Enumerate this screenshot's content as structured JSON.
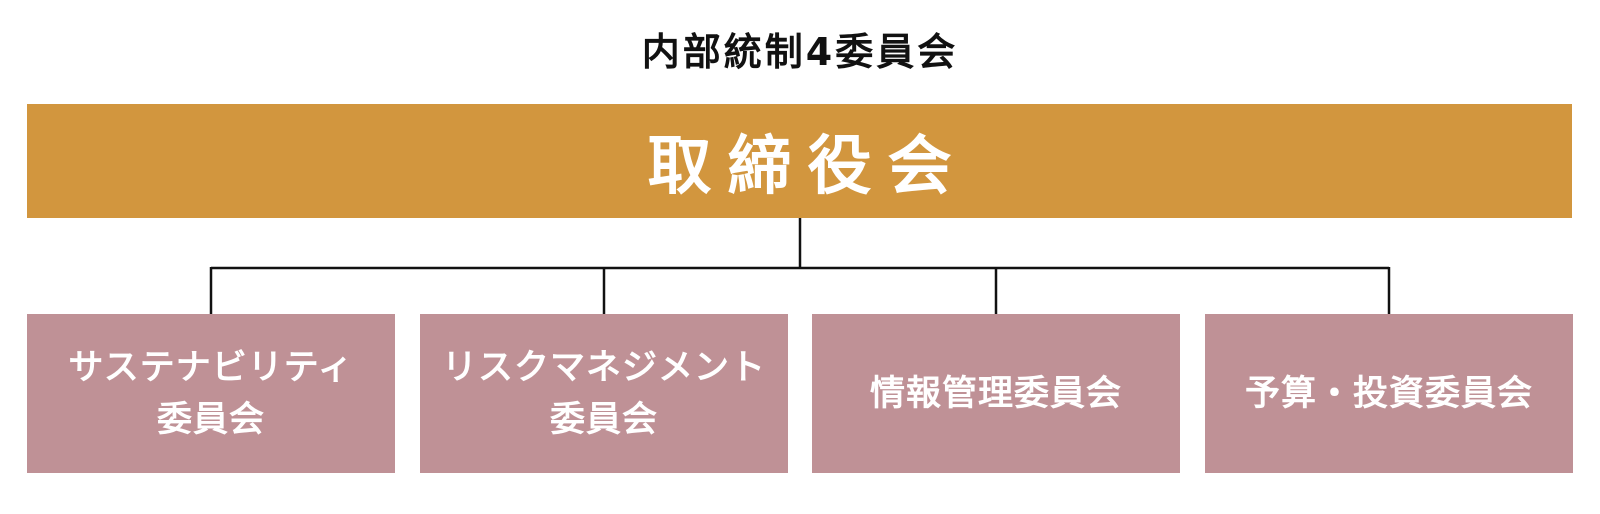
{
  "title": "内部統制4委員会",
  "board": {
    "label": "取締役会",
    "color": "#D2963E"
  },
  "committees": [
    {
      "label": "サステナビリティ\n委員会"
    },
    {
      "label": "リスクマネジメント\n委員会"
    },
    {
      "label": "情報管理委員会"
    },
    {
      "label": "予算・投資委員会"
    }
  ],
  "committee_color": "#BF9196",
  "connector_color": "#111111"
}
